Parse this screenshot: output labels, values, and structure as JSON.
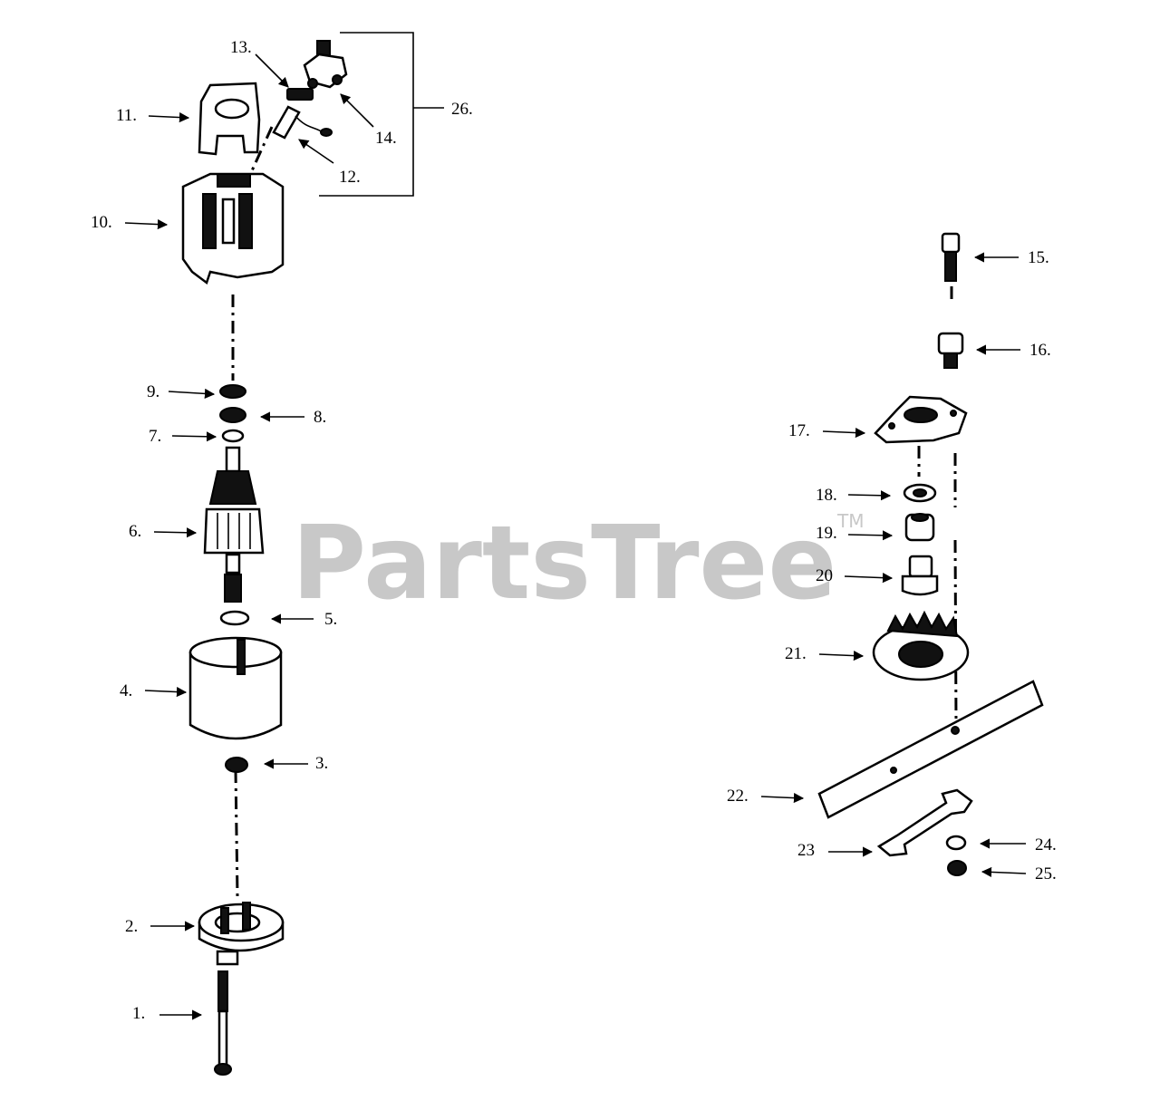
{
  "watermark": {
    "text": "PartsTree",
    "trademark": "TM"
  },
  "callouts": [
    {
      "id": "1",
      "label": "1."
    },
    {
      "id": "2",
      "label": "2."
    },
    {
      "id": "3",
      "label": "3."
    },
    {
      "id": "4",
      "label": "4."
    },
    {
      "id": "5",
      "label": "5."
    },
    {
      "id": "6",
      "label": "6."
    },
    {
      "id": "7",
      "label": "7."
    },
    {
      "id": "8",
      "label": "8."
    },
    {
      "id": "9",
      "label": "9."
    },
    {
      "id": "10",
      "label": "10."
    },
    {
      "id": "11",
      "label": "11."
    },
    {
      "id": "12",
      "label": "12."
    },
    {
      "id": "13",
      "label": "13."
    },
    {
      "id": "14",
      "label": "14."
    },
    {
      "id": "15",
      "label": "15."
    },
    {
      "id": "16",
      "label": "16."
    },
    {
      "id": "17",
      "label": "17."
    },
    {
      "id": "18",
      "label": "18."
    },
    {
      "id": "19",
      "label": "19."
    },
    {
      "id": "20",
      "label": "20"
    },
    {
      "id": "21",
      "label": "21."
    },
    {
      "id": "22",
      "label": "22."
    },
    {
      "id": "23",
      "label": "23"
    },
    {
      "id": "24",
      "label": "24."
    },
    {
      "id": "25",
      "label": "25."
    },
    {
      "id": "26",
      "label": "26."
    }
  ]
}
